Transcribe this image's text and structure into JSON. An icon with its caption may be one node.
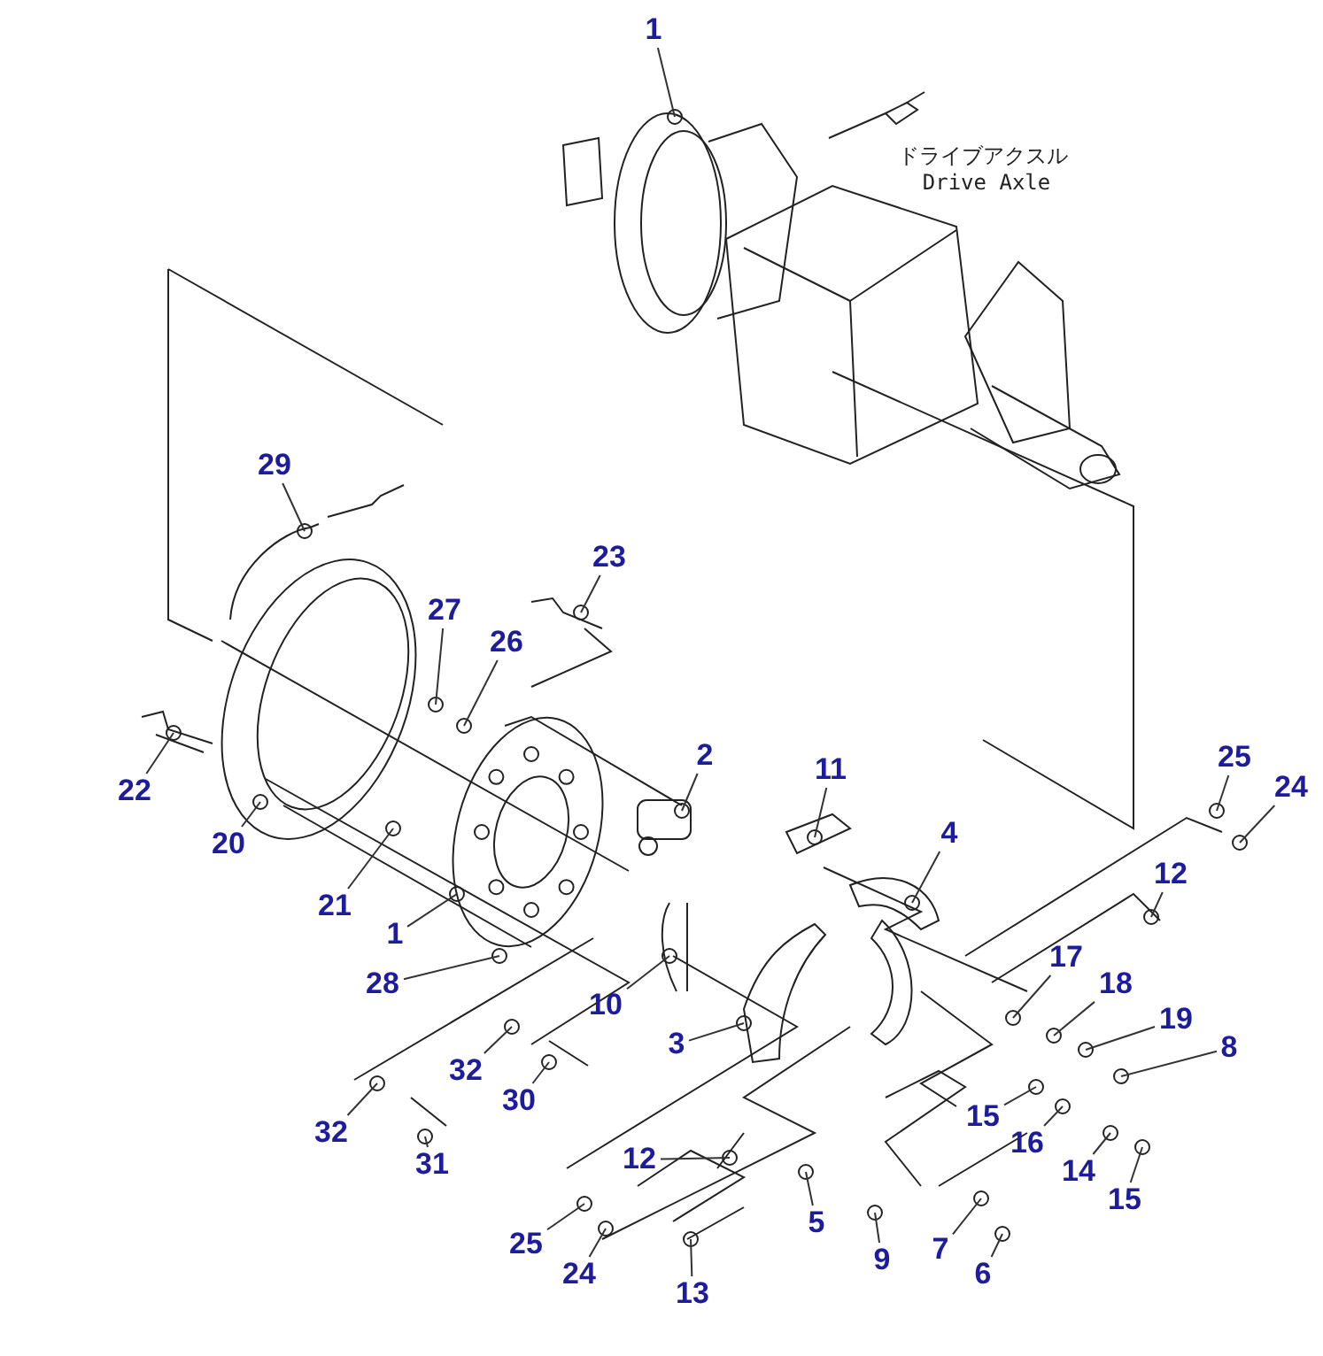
{
  "diagram": {
    "nodes": [
      {
        "text": [
          "1"
        ]
      },
      {
        "text": [
          "29"
        ]
      },
      {
        "text": [
          "23"
        ]
      },
      {
        "text": [
          "27"
        ]
      },
      {
        "text": [
          "26"
        ]
      },
      {
        "text": [
          "22"
        ]
      },
      {
        "text": [
          "20"
        ]
      },
      {
        "text": [
          "2"
        ]
      },
      {
        "text": [
          "11"
        ]
      },
      {
        "text": [
          "25"
        ]
      },
      {
        "text": [
          "24"
        ]
      },
      {
        "text": [
          "4"
        ]
      },
      {
        "text": [
          "21"
        ]
      },
      {
        "text": [
          "1"
        ]
      },
      {
        "text": [
          "12"
        ]
      },
      {
        "text": [
          "17"
        ]
      },
      {
        "text": [
          "28"
        ]
      },
      {
        "text": [
          "10"
        ]
      },
      {
        "text": [
          "18"
        ]
      },
      {
        "text": [
          "3"
        ]
      },
      {
        "text": [
          "19"
        ]
      },
      {
        "text": [
          "8"
        ]
      },
      {
        "text": [
          "32"
        ]
      },
      {
        "text": [
          "30"
        ]
      },
      {
        "text": [
          "15"
        ]
      },
      {
        "text": [
          "16"
        ]
      },
      {
        "text": [
          "32"
        ]
      },
      {
        "text": [
          "31"
        ]
      },
      {
        "text": [
          "14"
        ]
      },
      {
        "text": [
          "15"
        ]
      },
      {
        "text": [
          "12"
        ]
      },
      {
        "text": [
          "5"
        ]
      },
      {
        "text": [
          "25"
        ]
      },
      {
        "text": [
          "9"
        ]
      },
      {
        "text": [
          "7"
        ]
      },
      {
        "text": [
          "24"
        ]
      },
      {
        "text": [
          "6"
        ]
      },
      {
        "text": [
          "13"
        ]
      }
    ],
    "edges": [
      {
        "from": 0,
        "to": null,
        "arrow": "none"
      },
      {
        "from": 1,
        "to": null,
        "arrow": "none"
      },
      {
        "from": 2,
        "to": null,
        "arrow": "none"
      },
      {
        "from": 3,
        "to": null,
        "arrow": "none"
      },
      {
        "from": 4,
        "to": null,
        "arrow": "none"
      },
      {
        "from": 5,
        "to": null,
        "arrow": "none"
      },
      {
        "from": 6,
        "to": null,
        "arrow": "none"
      },
      {
        "from": 7,
        "to": null,
        "arrow": "none"
      },
      {
        "from": 8,
        "to": null,
        "arrow": "none"
      },
      {
        "from": 9,
        "to": null,
        "arrow": "none"
      },
      {
        "from": 10,
        "to": null,
        "arrow": "none"
      },
      {
        "from": 11,
        "to": null,
        "arrow": "none"
      },
      {
        "from": 12,
        "to": null,
        "arrow": "none"
      },
      {
        "from": 13,
        "to": null,
        "arrow": "none"
      },
      {
        "from": 14,
        "to": null,
        "arrow": "none"
      },
      {
        "from": 15,
        "to": null,
        "arrow": "none"
      },
      {
        "from": 16,
        "to": null,
        "arrow": "none"
      },
      {
        "from": 17,
        "to": null,
        "arrow": "none"
      },
      {
        "from": 18,
        "to": null,
        "arrow": "none"
      },
      {
        "from": 19,
        "to": null,
        "arrow": "none"
      },
      {
        "from": 20,
        "to": null,
        "arrow": "none"
      },
      {
        "from": 21,
        "to": null,
        "arrow": "none"
      },
      {
        "from": 22,
        "to": null,
        "arrow": "none"
      },
      {
        "from": 23,
        "to": null,
        "arrow": "none"
      },
      {
        "from": 24,
        "to": null,
        "arrow": "none"
      },
      {
        "from": 25,
        "to": null,
        "arrow": "none"
      },
      {
        "from": 26,
        "to": null,
        "arrow": "none"
      },
      {
        "from": 27,
        "to": null,
        "arrow": "none"
      },
      {
        "from": 28,
        "to": null,
        "arrow": "none"
      },
      {
        "from": 29,
        "to": null,
        "arrow": "none"
      },
      {
        "from": 30,
        "to": null,
        "arrow": "none"
      },
      {
        "from": 31,
        "to": null,
        "arrow": "none"
      },
      {
        "from": 32,
        "to": null,
        "arrow": "none"
      },
      {
        "from": 33,
        "to": null,
        "arrow": "none"
      },
      {
        "from": 34,
        "to": null,
        "arrow": "none"
      },
      {
        "from": 35,
        "to": null,
        "arrow": "none"
      },
      {
        "from": 36,
        "to": null,
        "arrow": "none"
      },
      {
        "from": 37,
        "to": null,
        "arrow": "none"
      }
    ],
    "labels": [
      "ドライブアクスル",
      "Drive Axle"
    ]
  }
}
